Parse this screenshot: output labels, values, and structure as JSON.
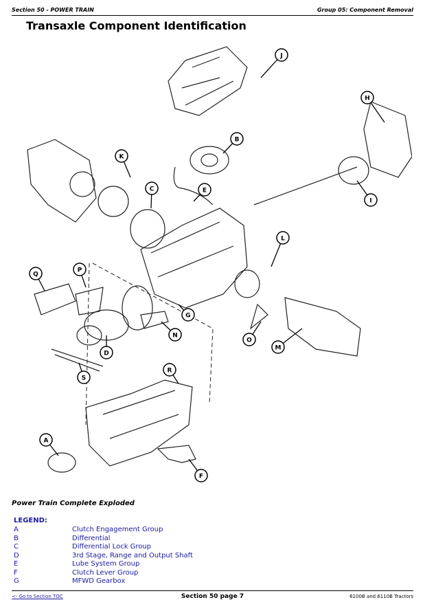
{
  "header": {
    "left": "Section 50 - POWER TRAIN",
    "right": "Group 05: Component Removal"
  },
  "title": "Transaxle Component Identification",
  "callouts": [
    "J",
    "H",
    "B",
    "K",
    "C",
    "E",
    "I",
    "L",
    "Q",
    "P",
    "G",
    "N",
    "D",
    "O",
    "M",
    "S",
    "R",
    "A",
    "F"
  ],
  "caption": "Power Train Complete Exploded",
  "legend": {
    "title": "LEGEND:",
    "items": [
      {
        "key": "A",
        "text": "Clutch Engagement Group"
      },
      {
        "key": "B",
        "text": "Differential"
      },
      {
        "key": "C",
        "text": "Differential Lock Group"
      },
      {
        "key": "D",
        "text": "3rd Stage, Range and Output Shaft"
      },
      {
        "key": "E",
        "text": "Lube System Group"
      },
      {
        "key": "F",
        "text": "Clutch Lever Group"
      },
      {
        "key": "G",
        "text": "MFWD Gearbox"
      }
    ]
  },
  "footer": {
    "left": "<- Go to Section TOC",
    "center": "Section 50 page 7",
    "right": "6100B and 6110B Tractors"
  }
}
